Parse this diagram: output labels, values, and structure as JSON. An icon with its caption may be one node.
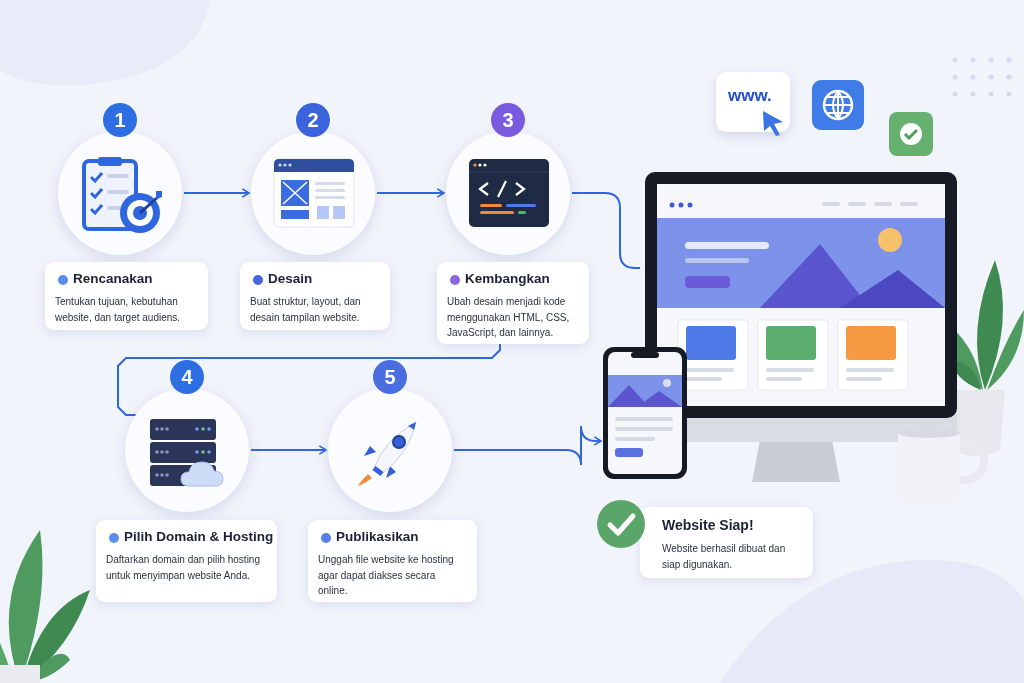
{
  "diagram": {
    "nodes": [
      {
        "text": [
          "1"
        ]
      },
      {
        "text": [
          "Rencanakan",
          "Tentukan tujuan, kebutuhan website, dan target audiens."
        ]
      },
      {
        "text": [
          "2"
        ]
      },
      {
        "text": [
          "Desain",
          "Buat struktur, layout, dan desain tampilan website."
        ]
      },
      {
        "text": [
          "3"
        ]
      },
      {
        "text": [
          "Kembangkan",
          "Ubah desain menjadi kode menggunakan HTML, CSS, JavaScript, dan lainnya."
        ]
      },
      {
        "text": [
          "4"
        ]
      },
      {
        "text": [
          "Pilih Domain & Hosting",
          "Daftarkan domain dan pilih hosting untuk menyimpan website Anda."
        ]
      },
      {
        "text": [
          "5"
        ]
      },
      {
        "text": [
          "Publikasikan",
          "Unggah file website ke hosting agar dapat diakses secara online."
        ]
      },
      {
        "text": [
          "www."
        ]
      },
      {
        "text": [],
        "shape": "picture"
      },
      {
        "text": [],
        "shape": "picture"
      },
      {
        "text": [
          "Website Siap!",
          "Website berhasil dibuat dan siap digunakan."
        ]
      }
    ],
    "edges": [
      {
        "from": 0,
        "to": 2,
        "arrow": "to"
      },
      {
        "from": 2,
        "to": 4,
        "arrow": "to"
      },
      {
        "from": 4,
        "to": 11,
        "arrow": "none"
      },
      {
        "from": 5,
        "to": 6,
        "arrow": "none"
      },
      {
        "from": 6,
        "to": 8,
        "arrow": "to"
      },
      {
        "from": 8,
        "to": 12,
        "arrow": "to"
      }
    ]
  }
}
